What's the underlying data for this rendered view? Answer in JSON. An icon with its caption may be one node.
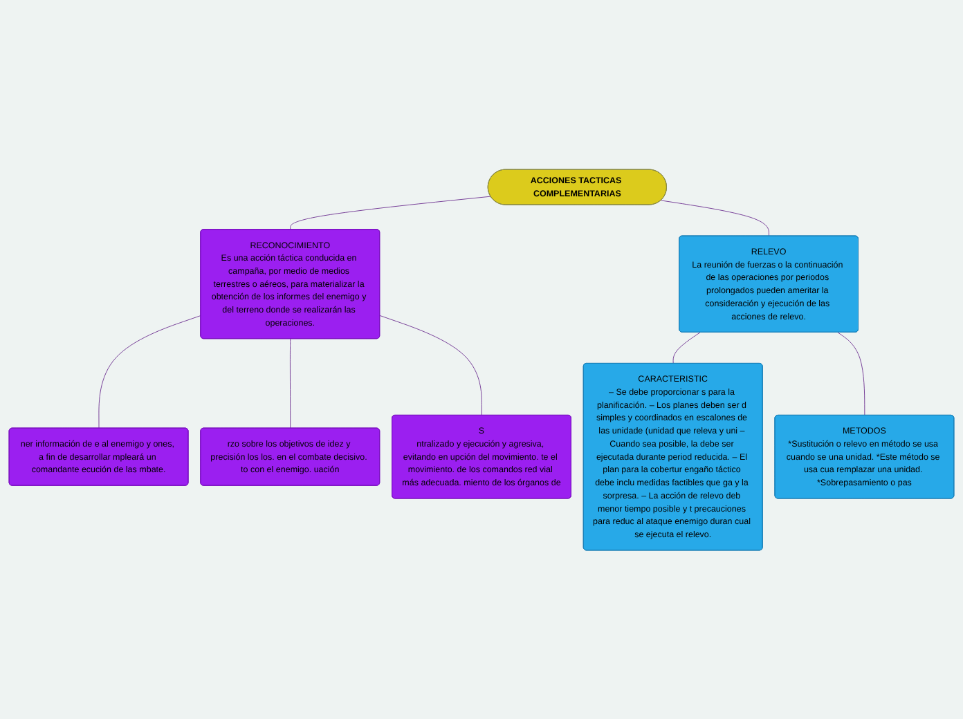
{
  "diagram": {
    "nodes": [
      {
        "text": [
          "ACCIONES TACTICAS COMPLEMENTARIAS"
        ]
      },
      {
        "text": [
          "RECONOCIMIENTO",
          "Es una acción táctica conducida en campaña, por medio de medios terrestres o aéreos, para materializar la obtención de los informes del enemigo y del terreno donde se realizarán las operaciones."
        ]
      },
      {
        "text": [
          "ner información de e al enemigo y ones, a fin de desarrollar mpleará un comandante ecución de las mbate."
        ]
      },
      {
        "text": [
          "rzo sobre los objetivos de idez y precisión los los. en el combate decisivo. to con el enemigo. uación"
        ]
      },
      {
        "text": [
          "S",
          "ntralizado y ejecución y agresiva, evitando en upción del movimiento. te el movimiento. de los comandos red vial más adecuada. miento de los órganos de"
        ]
      },
      {
        "text": [
          "RELEVO",
          "La reunión de fuerzas o la continuación de las operaciones por periodos prolongados pueden ameritar la consideración y ejecución de las acciones de relevo."
        ]
      },
      {
        "text": [
          "CARACTERISTIC",
          "– Se debe proporcionar s para la planificación. – Los planes deben ser d simples y coordinados en escalones de las unidade (unidad que releva y uni – Cuando sea posible, la debe ser ejecutada durante period reducida. – El plan para la cobertur engaño táctico debe inclu medidas factibles que ga y la sorpresa. – La acción de relevo deb menor tiempo posible y t precauciones para reduc al ataque enemigo duran cual se ejecuta el relevo."
        ]
      },
      {
        "text": [
          "METODOS",
          "*Sustitución o relevo en método se usa cuando se una unidad. *Este método se usa cua remplazar una unidad. *Sobrepasamiento o pas"
        ]
      }
    ],
    "edges": [
      {
        "from": 0,
        "to": 1,
        "arrow": "none"
      },
      {
        "from": 0,
        "to": 5,
        "arrow": "none"
      },
      {
        "from": 1,
        "to": 2,
        "arrow": "none"
      },
      {
        "from": 1,
        "to": 3,
        "arrow": "none"
      },
      {
        "from": 1,
        "to": 4,
        "arrow": "none"
      },
      {
        "from": 5,
        "to": 6,
        "arrow": "none"
      },
      {
        "from": 5,
        "to": 7,
        "arrow": "none"
      }
    ]
  }
}
